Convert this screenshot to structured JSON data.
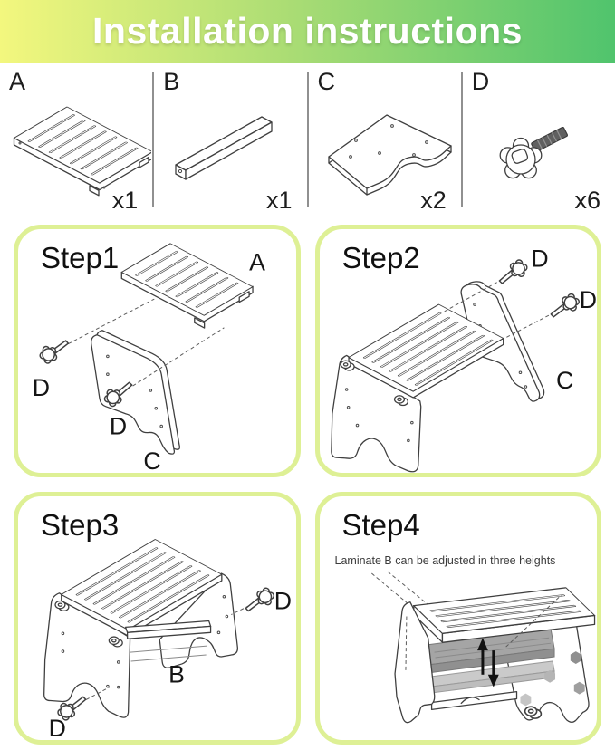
{
  "header": {
    "title": "Installation instructions"
  },
  "parts": [
    {
      "label": "A",
      "qty": "x1",
      "icon": "slatted-top-board-icon"
    },
    {
      "label": "B",
      "qty": "x1",
      "icon": "support-rail-icon"
    },
    {
      "label": "C",
      "qty": "x2",
      "icon": "curved-side-panel-icon"
    },
    {
      "label": "D",
      "qty": "x6",
      "icon": "knob-screw-icon"
    }
  ],
  "steps": [
    {
      "title": "Step1",
      "callouts": {
        "board": "A",
        "knob_left": "D",
        "knob_mid": "D",
        "panel": "C"
      }
    },
    {
      "title": "Step2",
      "callouts": {
        "knob_top": "D",
        "knob_right": "D",
        "panel": "C"
      }
    },
    {
      "title": "Step3",
      "callouts": {
        "knob_right": "D",
        "rail": "B",
        "knob_bottom": "D"
      }
    },
    {
      "title": "Step4",
      "note": "Laminate B can be adjusted in three heights"
    }
  ],
  "colors": {
    "header_gradient_left": "#f3f77e",
    "header_gradient_right": "#50c46d",
    "step_box_border": "#def095",
    "line_art": "#3f3f3f",
    "shelf_dark": "#a5a5a5",
    "shelf_light": "#cacaca"
  }
}
